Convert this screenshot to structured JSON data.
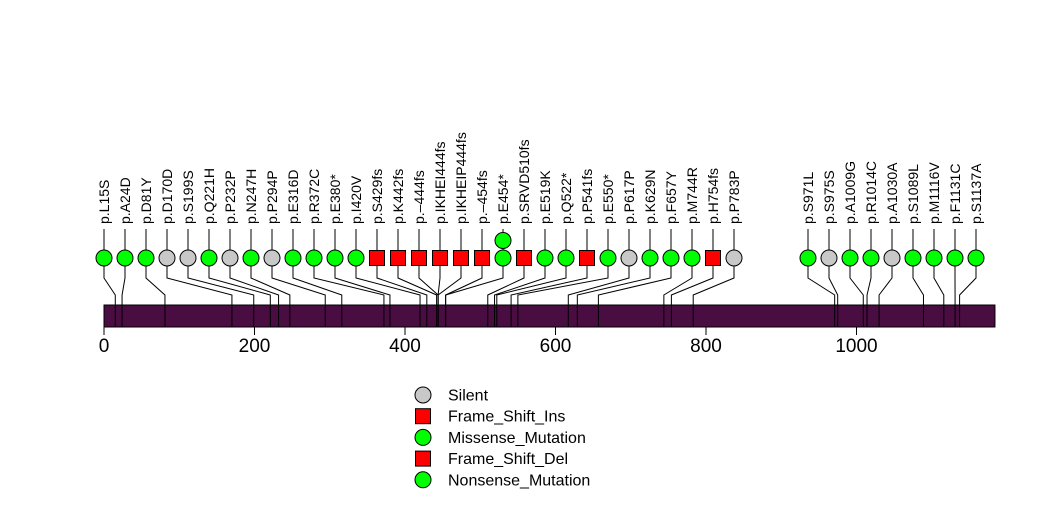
{
  "figure": {
    "background": "#ffffff",
    "line_color": "#000000",
    "text_color": "#000000"
  },
  "legend": {
    "items": [
      {
        "label": "Silent",
        "icon": "gray-circle-icon",
        "shape": "circle",
        "color": "#c8c8c8"
      },
      {
        "label": "Frame_Shift_Ins",
        "icon": "red-square-icon",
        "shape": "square",
        "color": "#ff0000"
      },
      {
        "label": "Missense_Mutation",
        "icon": "green-circle-icon",
        "shape": "circle",
        "color": "#00ff00"
      },
      {
        "label": "Frame_Shift_Del",
        "icon": "red-square-icon",
        "shape": "square",
        "color": "#ff0000"
      },
      {
        "label": "Nonsense_Mutation",
        "icon": "green-circle-icon",
        "shape": "circle",
        "color": "#00ff00"
      }
    ]
  },
  "chart_data": {
    "type": "lollipop",
    "title": "",
    "xlabel": "",
    "ylabel": "",
    "grid": false,
    "legend_position": "bottom-center",
    "axis_ticks": [
      0,
      200,
      400,
      600,
      800,
      1000
    ],
    "axis_range": [
      0,
      1184
    ],
    "protein_bar": {
      "start": 0,
      "end": 1184,
      "color": "#4a0d41"
    },
    "marker_colors": {
      "silent": "#c8c8c8",
      "frameshift": "#ff0000",
      "missense": "#00ff00",
      "nonsense": "#00ff00"
    },
    "mutations": [
      {
        "label": "p.L15S",
        "pos": 15,
        "shape": "circle",
        "color": "#00ff00",
        "count": 1
      },
      {
        "label": "p.A24D",
        "pos": 24,
        "shape": "circle",
        "color": "#00ff00",
        "count": 1
      },
      {
        "label": "p.D81Y",
        "pos": 81,
        "shape": "circle",
        "color": "#00ff00",
        "count": 1
      },
      {
        "label": "p.D170D",
        "pos": 170,
        "shape": "circle",
        "color": "#c8c8c8",
        "count": 1
      },
      {
        "label": "p.S199S",
        "pos": 199,
        "shape": "circle",
        "color": "#c8c8c8",
        "count": 1
      },
      {
        "label": "p.Q221H",
        "pos": 221,
        "shape": "circle",
        "color": "#00ff00",
        "count": 1
      },
      {
        "label": "p.P232P",
        "pos": 232,
        "shape": "circle",
        "color": "#c8c8c8",
        "count": 1
      },
      {
        "label": "p.N247H",
        "pos": 247,
        "shape": "circle",
        "color": "#00ff00",
        "count": 1
      },
      {
        "label": "p.P294P",
        "pos": 294,
        "shape": "circle",
        "color": "#c8c8c8",
        "count": 1
      },
      {
        "label": "p.E316D",
        "pos": 316,
        "shape": "circle",
        "color": "#00ff00",
        "count": 1
      },
      {
        "label": "p.R372C",
        "pos": 372,
        "shape": "circle",
        "color": "#00ff00",
        "count": 1
      },
      {
        "label": "p.E380*",
        "pos": 380,
        "shape": "circle",
        "color": "#00ff00",
        "count": 1
      },
      {
        "label": "p.I420V",
        "pos": 420,
        "shape": "circle",
        "color": "#00ff00",
        "count": 1
      },
      {
        "label": "p.S429fs",
        "pos": 429,
        "shape": "square",
        "color": "#ff0000",
        "count": 1
      },
      {
        "label": "p.K442fs",
        "pos": 442,
        "shape": "square",
        "color": "#ff0000",
        "count": 1
      },
      {
        "label": "p.–444fs",
        "pos": 444,
        "shape": "square",
        "color": "#ff0000",
        "count": 1
      },
      {
        "label": "p.IKHEI444fs",
        "pos": 444,
        "shape": "square",
        "color": "#ff0000",
        "count": 1
      },
      {
        "label": "p.IKHEIP444fs",
        "pos": 444,
        "shape": "square",
        "color": "#ff0000",
        "count": 1
      },
      {
        "label": "p.–454fs",
        "pos": 454,
        "shape": "square",
        "color": "#ff0000",
        "count": 1
      },
      {
        "label": "p.E454*",
        "pos": 454,
        "shape": "circle",
        "color": "#00ff00",
        "count": 2
      },
      {
        "label": "p.SRVD510fs",
        "pos": 510,
        "shape": "square",
        "color": "#ff0000",
        "count": 1
      },
      {
        "label": "p.E519K",
        "pos": 519,
        "shape": "circle",
        "color": "#00ff00",
        "count": 1
      },
      {
        "label": "p.Q522*",
        "pos": 522,
        "shape": "circle",
        "color": "#00ff00",
        "count": 1
      },
      {
        "label": "p.P541fs",
        "pos": 541,
        "shape": "square",
        "color": "#ff0000",
        "count": 1
      },
      {
        "label": "p.E550*",
        "pos": 550,
        "shape": "circle",
        "color": "#00ff00",
        "count": 1
      },
      {
        "label": "p.P617P",
        "pos": 617,
        "shape": "circle",
        "color": "#c8c8c8",
        "count": 1
      },
      {
        "label": "p.K629N",
        "pos": 629,
        "shape": "circle",
        "color": "#00ff00",
        "count": 1
      },
      {
        "label": "p.F657Y",
        "pos": 657,
        "shape": "circle",
        "color": "#00ff00",
        "count": 1
      },
      {
        "label": "p.M744R",
        "pos": 744,
        "shape": "circle",
        "color": "#00ff00",
        "count": 1
      },
      {
        "label": "p.H754fs",
        "pos": 754,
        "shape": "square",
        "color": "#ff0000",
        "count": 1
      },
      {
        "label": "p.P783P",
        "pos": 783,
        "shape": "circle",
        "color": "#c8c8c8",
        "count": 1
      },
      {
        "label": "p.S971L",
        "pos": 971,
        "shape": "circle",
        "color": "#00ff00",
        "count": 1
      },
      {
        "label": "p.S975S",
        "pos": 975,
        "shape": "circle",
        "color": "#c8c8c8",
        "count": 1
      },
      {
        "label": "p.A1009G",
        "pos": 1009,
        "shape": "circle",
        "color": "#00ff00",
        "count": 1
      },
      {
        "label": "p.R1014C",
        "pos": 1014,
        "shape": "circle",
        "color": "#00ff00",
        "count": 1
      },
      {
        "label": "p.A1030A",
        "pos": 1030,
        "shape": "circle",
        "color": "#c8c8c8",
        "count": 1
      },
      {
        "label": "p.S1089L",
        "pos": 1089,
        "shape": "circle",
        "color": "#00ff00",
        "count": 1
      },
      {
        "label": "p.M1116V",
        "pos": 1116,
        "shape": "circle",
        "color": "#00ff00",
        "count": 1
      },
      {
        "label": "p.F1131C",
        "pos": 1131,
        "shape": "circle",
        "color": "#00ff00",
        "count": 1
      },
      {
        "label": "p.S1137A",
        "pos": 1137,
        "shape": "circle",
        "color": "#00ff00",
        "count": 1
      }
    ]
  }
}
